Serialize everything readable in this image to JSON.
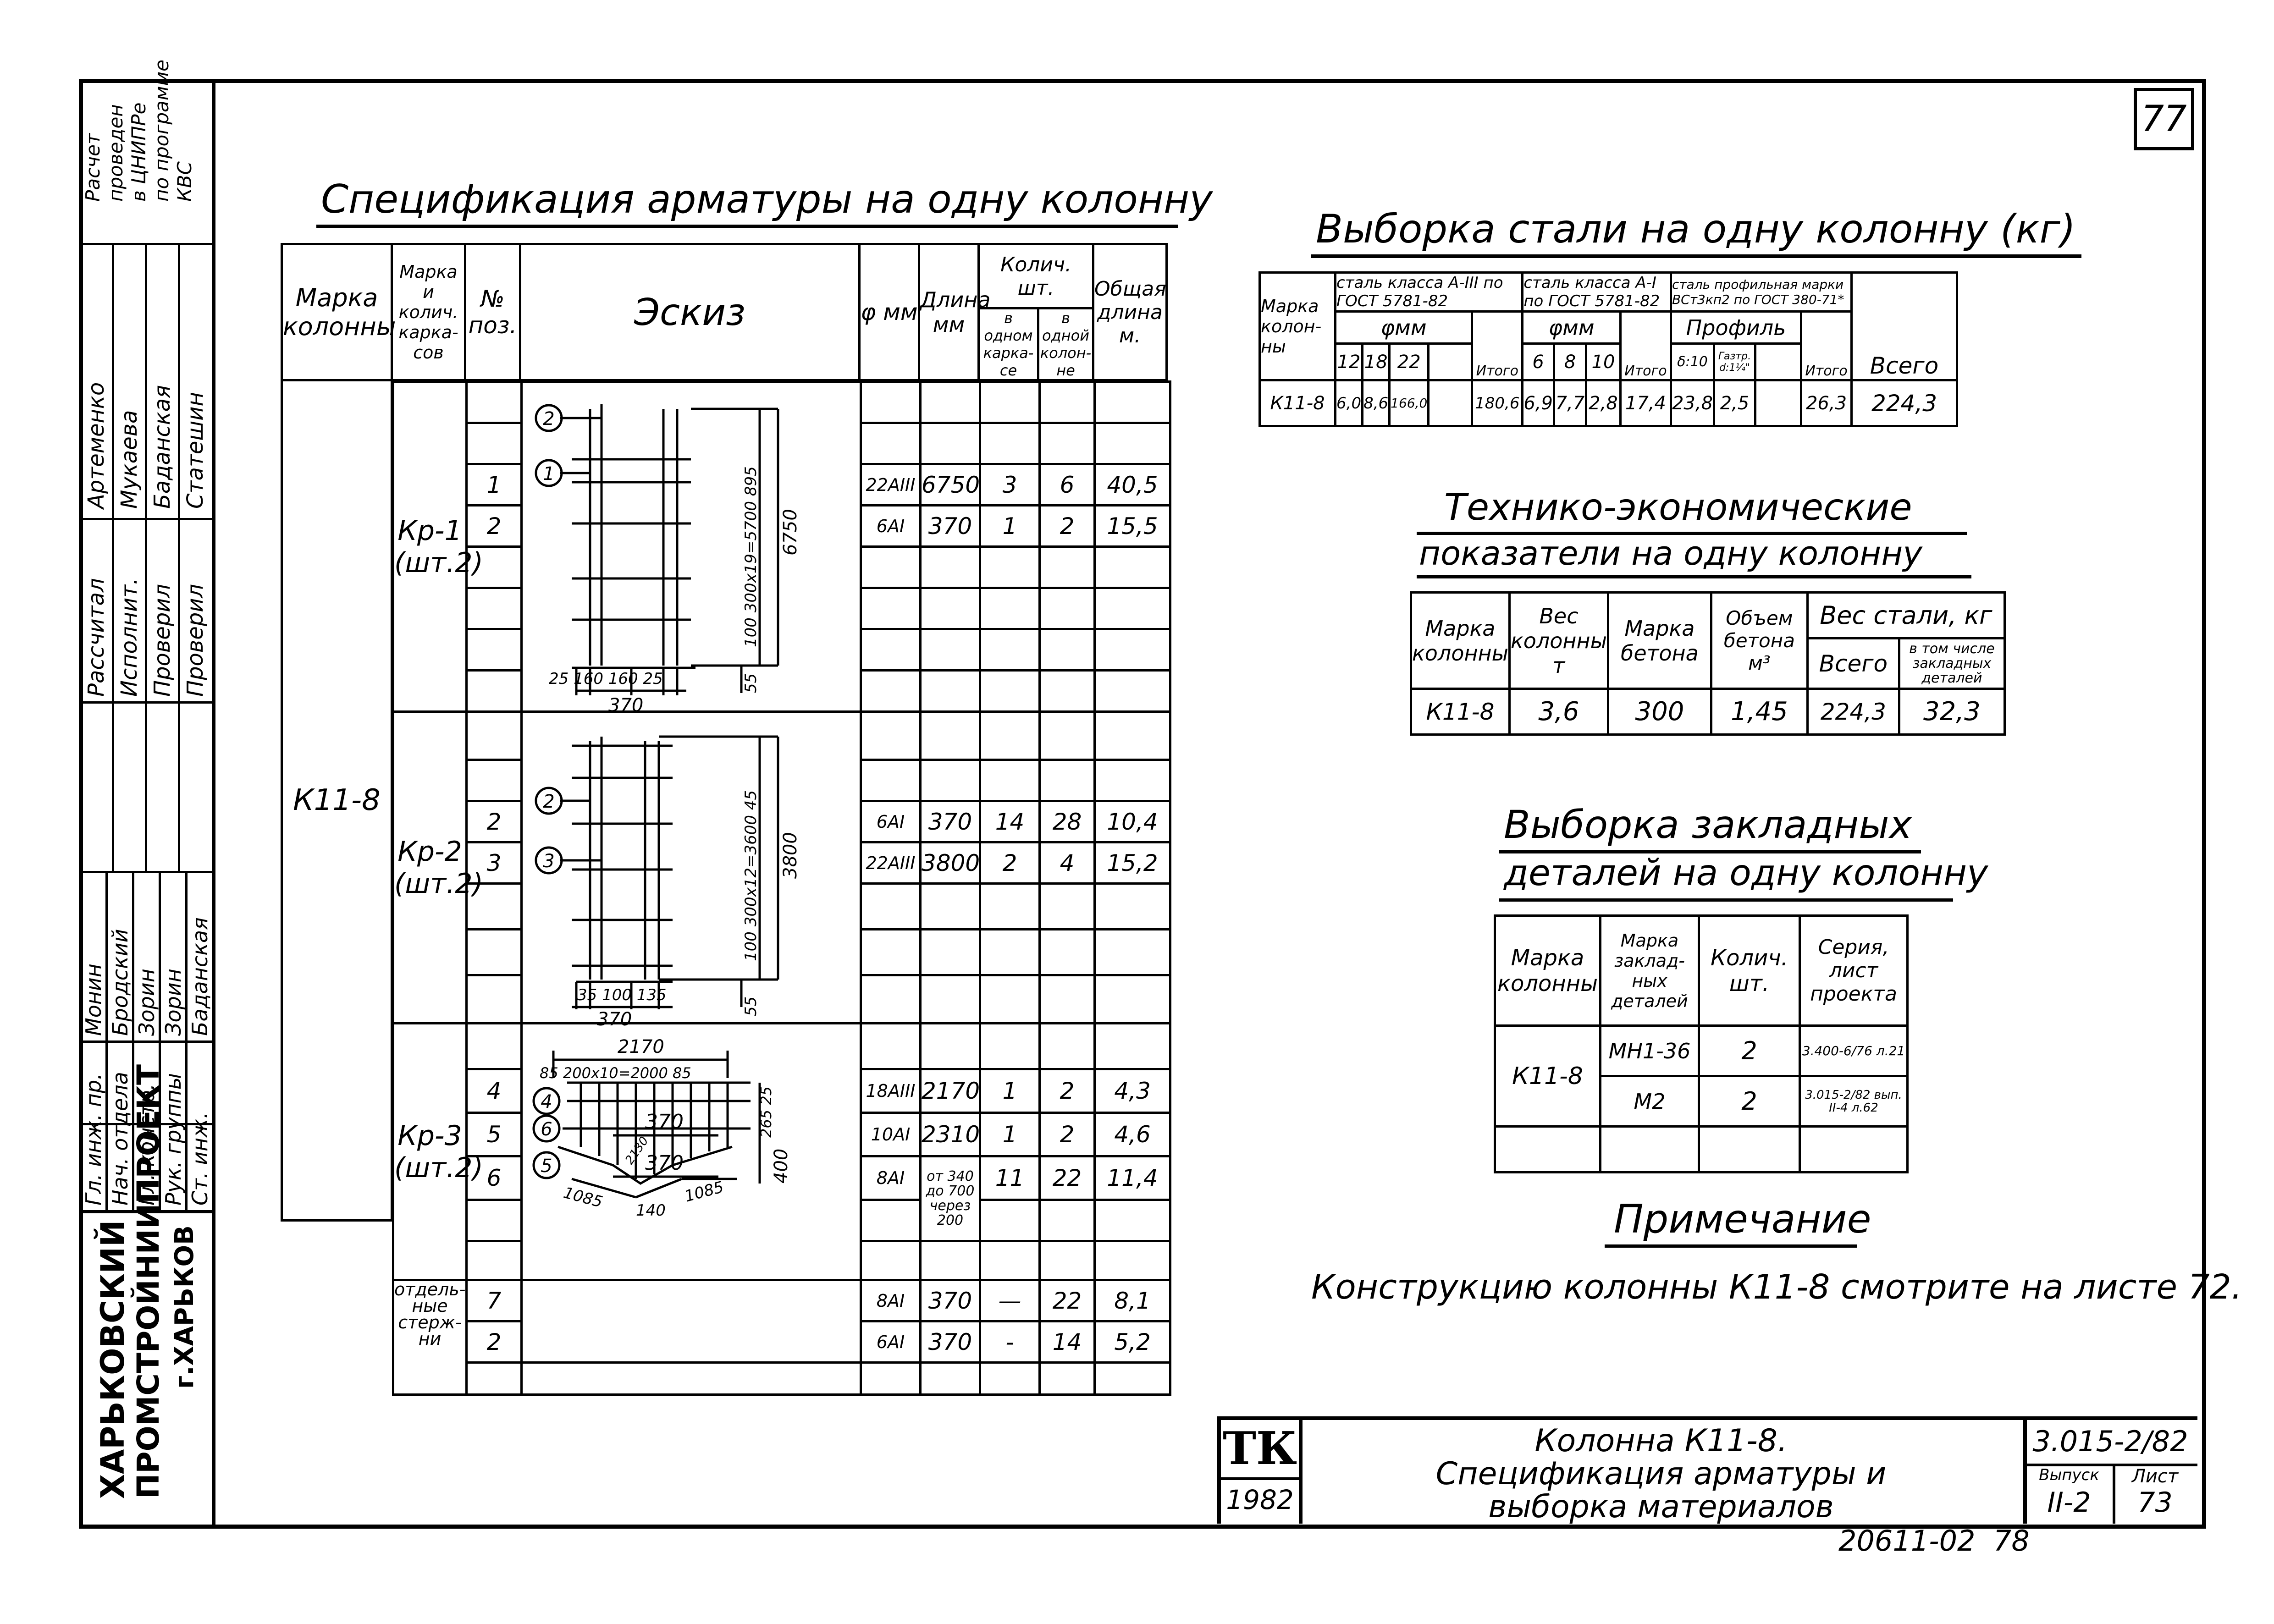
{
  "page_number": "77",
  "bottom_number": "20611-02  78",
  "left_strip": {
    "org": [
      "ХАРЬКОВСКИЙ",
      "ПРОМСТРОЙНИИПРОЕКТ",
      "г.ХАРЬКОВ"
    ],
    "note": [
      "Расчет",
      "проведен",
      "в ЦНИПРе",
      "по программе",
      "КВС"
    ],
    "roles": [
      "Гл. инж. пр.",
      "Нач. отдела",
      "Гл. констр.",
      "Рук. группы",
      "Ст. инж."
    ],
    "names": [
      "Монин",
      "Бродский",
      "Зорин",
      "Зорин",
      "Баданская"
    ],
    "roles2": [
      "Рассчитал",
      "Исполнит.",
      "Проверил",
      "Проверил"
    ],
    "names2": [
      "Артеменко",
      "Мукаева",
      "Баданская",
      "Статешин"
    ]
  },
  "spec": {
    "title": "Спецификация арматуры на одну колонну",
    "headers": {
      "mark": "Марка колонны",
      "frame": "Марка и колич. карка-сов",
      "pos": "№ поз.",
      "sketch": "Эскиз",
      "dia": "φ мм",
      "len": "Длина мм",
      "qty": "Колич. шт.",
      "qty_frame": "в одном карка-се",
      "qty_col": "в одной колон-не",
      "total": "Общая длина м."
    },
    "column_mark": "К11-8",
    "groups": [
      {
        "frame": "Кр-1",
        "count": "(шт.2)",
        "rows": [
          {
            "pos": "1",
            "dia": "22АIII",
            "len": "6750",
            "q1": "3",
            "q2": "6",
            "total": "40,5"
          },
          {
            "pos": "2",
            "dia": "6АI",
            "len": "370",
            "q1": "1",
            "q2": "2",
            "total": "15,5"
          }
        ]
      },
      {
        "frame": "Кр-2",
        "count": "(шт.2)",
        "rows": [
          {
            "pos": "2",
            "dia": "6АI",
            "len": "370",
            "q1": "14",
            "q2": "28",
            "total": "10,4"
          },
          {
            "pos": "3",
            "dia": "22АIII",
            "len": "3800",
            "q1": "2",
            "q2": "4",
            "total": "15,2"
          }
        ]
      },
      {
        "frame": "Кр-3",
        "count": "(шт.2)",
        "rows": [
          {
            "pos": "4",
            "dia": "18АIII",
            "len": "2170",
            "q1": "1",
            "q2": "2",
            "total": "4,3"
          },
          {
            "pos": "5",
            "dia": "10АI",
            "len": "2310",
            "q1": "1",
            "q2": "2",
            "total": "4,6"
          },
          {
            "pos": "6",
            "dia": "8АI",
            "len": "от 340 до 700 через 200",
            "q1": "11",
            "q2": "22",
            "total": "11,4"
          }
        ]
      },
      {
        "frame": "отдель-ные стерж-ни",
        "count": "",
        "rows": [
          {
            "pos": "7",
            "dia": "8АI",
            "len": "370",
            "q1": "—",
            "q2": "22",
            "total": "8,1"
          },
          {
            "pos": "2",
            "dia": "6АI",
            "len": "370",
            "q1": "-",
            "q2": "14",
            "total": "5,2"
          }
        ]
      }
    ],
    "sketch_labels": {
      "kr1": {
        "dims_v": "100 300х19=5700 895",
        "total_v": "6750",
        "bottom": "25 160 160 25",
        "width": "370",
        "b55": "55",
        "circ_a": "2",
        "circ_b": "1"
      },
      "kr2": {
        "dims_v": "100 300х12=3600 45",
        "total_v": "3800",
        "bottom": "35 100 135",
        "width": "370",
        "b55": "55",
        "circ_a": "2",
        "circ_b": "3"
      },
      "kr3": {
        "top": "2170",
        "top2": "85 200х10=2000 85",
        "right": "265 25",
        "h": "400",
        "b1": "1085",
        "b2": "140",
        "b3": "1085",
        "mid": "2130",
        "circ_a": "4",
        "circ_b": "6",
        "circ_c": "5"
      },
      "rod1": "370",
      "rod2": "370"
    }
  },
  "steel": {
    "title": "Выборка стали на одну колонну (кг)",
    "h_mark": "Марка колон-ны",
    "h_a3": "сталь класса А-III по ГОСТ 5781-82",
    "h_a1": "сталь класса А-I по ГОСТ 5781-82",
    "h_prof": "сталь профильная марки ВСт3кп2 по ГОСТ 380-71*",
    "h_fmm1": "φмм",
    "h_fmm2": "φмм",
    "h_profile": "Профиль",
    "h_all": "Всего",
    "h_itogo": "Итого",
    "sub_a3": [
      "12",
      "18",
      "22"
    ],
    "sub_a1": [
      "6",
      "8",
      "10"
    ],
    "sub_prof": [
      "δ:10",
      "Газтр. d:1¼\""
    ],
    "row": {
      "mark": "К11-8",
      "a3": [
        "6,0",
        "8,6",
        "166,0"
      ],
      "a3_total": "180,6",
      "a1": [
        "6,9",
        "7,7",
        "2,8"
      ],
      "a1_total": "17,4",
      "prof": [
        "23,8",
        "2,5"
      ],
      "prof_total": "26,3",
      "all": "224,3"
    }
  },
  "tech": {
    "title1": "Технико-экономические",
    "title2": "показатели на одну колонну",
    "h_mark": "Марка колонны",
    "h_weight": "Вес колонны т",
    "h_concrete": "Марка бетона",
    "h_vol": "Объем бетона м³",
    "h_steel": "Вес стали, кг",
    "h_all": "Всего",
    "h_emb": "в том числе закладных деталей",
    "row": {
      "mark": "К11-8",
      "weight": "3,6",
      "concrete": "300",
      "vol": "1,45",
      "all": "224,3",
      "emb": "32,3"
    }
  },
  "emb": {
    "title1": "Выборка закладных",
    "title2": "деталей на одну колонну",
    "h_mark": "Марка колонны",
    "h_det": "Марка заклад-ных деталей",
    "h_qty": "Колич. шт.",
    "h_ser": "Серия, лист проекта",
    "col_mark": "К11-8",
    "rows": [
      {
        "det": "МН1-36",
        "qty": "2",
        "ser": "3.400-6/76 л.21"
      },
      {
        "det": "М2",
        "qty": "2",
        "ser": "3.015-2/82 вып. II-4 л.62"
      }
    ]
  },
  "note": {
    "title": "Примечание",
    "text": "Конструкцию колонны К11-8 смотрите на листе 72."
  },
  "stamp": {
    "tk": "ТК",
    "year": "1982",
    "title": [
      "Колонна К11-8.",
      "Спецификация арматуры и",
      "выборка материалов"
    ],
    "series": "3.015-2/82",
    "issue_label": "Выпуск",
    "issue": "II-2",
    "sheet_label": "Лист",
    "sheet": "73"
  }
}
